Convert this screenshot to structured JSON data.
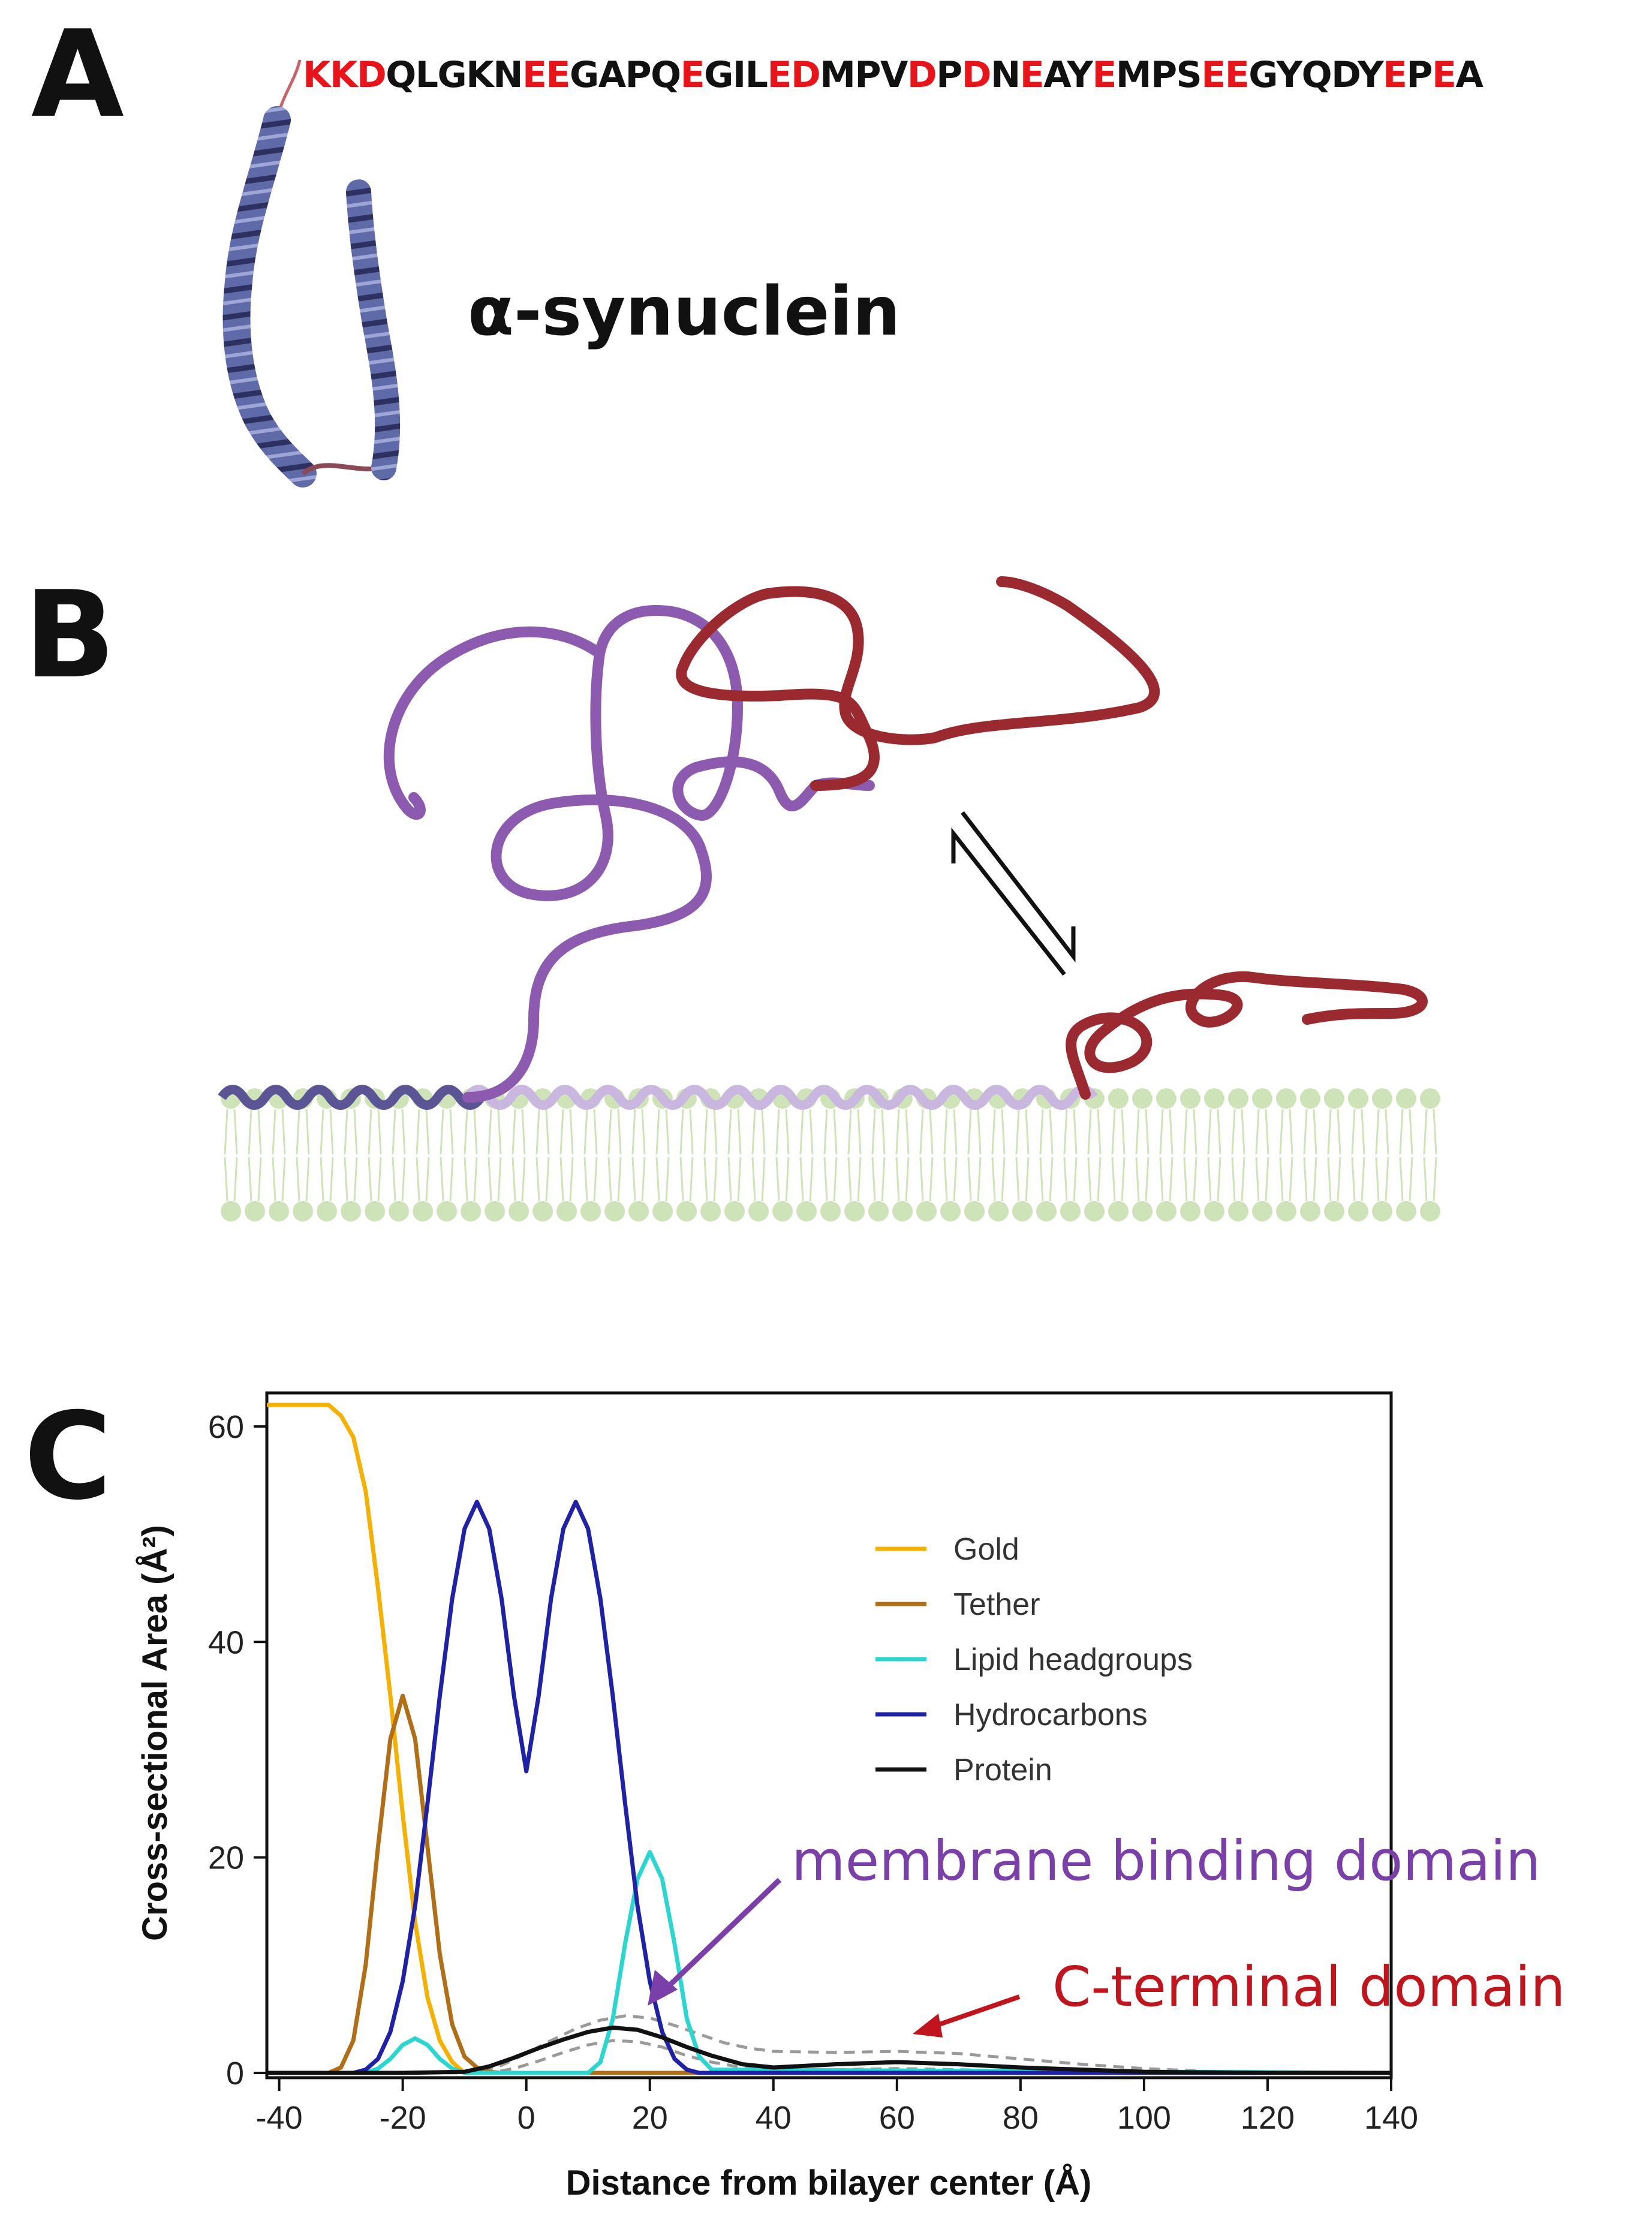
{
  "panels": {
    "a": "A",
    "b": "B",
    "c": "C"
  },
  "panel_a": {
    "sequence": [
      {
        "t": "KKD",
        "acidic": true
      },
      {
        "t": "QLGKN",
        "acidic": false
      },
      {
        "t": "EE",
        "acidic": true
      },
      {
        "t": "GAPQ",
        "acidic": false
      },
      {
        "t": "E",
        "acidic": true
      },
      {
        "t": "GIL",
        "acidic": false
      },
      {
        "t": "ED",
        "acidic": true
      },
      {
        "t": "MPV",
        "acidic": false
      },
      {
        "t": "D",
        "acidic": true
      },
      {
        "t": "P",
        "acidic": false
      },
      {
        "t": "D",
        "acidic": true
      },
      {
        "t": "N",
        "acidic": false
      },
      {
        "t": "E",
        "acidic": true
      },
      {
        "t": "AY",
        "acidic": false
      },
      {
        "t": "E",
        "acidic": true
      },
      {
        "t": "MPS",
        "acidic": false
      },
      {
        "t": "EE",
        "acidic": true
      },
      {
        "t": "GYQDY",
        "acidic": false
      },
      {
        "t": "E",
        "acidic": true
      },
      {
        "t": "P",
        "acidic": false
      },
      {
        "t": "E",
        "acidic": true
      },
      {
        "t": "A",
        "acidic": false
      }
    ],
    "protein_label": "α-synuclein"
  },
  "colors": {
    "acidic_residue": "#e8141a",
    "helix": "#5f6aa8",
    "membrane_binding": "#8c5bb0",
    "c_terminal": "#9b2a30",
    "lipid": "#cfe3b8",
    "gold": "#f5b000",
    "tether": "#b06e17",
    "headgroups": "#2bd6d1",
    "hydrocarbons": "#1f21a6",
    "protein": "#111111",
    "mbd_annotation": "#7a3fa8",
    "ctd_annotation": "#c0151c"
  },
  "panel_b": {
    "equilibrium_symbol": "⇌"
  },
  "chart_data": {
    "type": "line",
    "xlabel": "Distance from bilayer center (Å)",
    "ylabel": "Cross-sectional Area (Å²)",
    "xlim": [
      -42,
      140
    ],
    "ylim": [
      0,
      62
    ],
    "xticks": [
      -40,
      -20,
      0,
      20,
      40,
      60,
      80,
      100,
      120,
      140
    ],
    "yticks": [
      0,
      20,
      40,
      60
    ],
    "grid": false,
    "legend_position": "upper-right",
    "series": [
      {
        "name": "Gold",
        "color": "#f5b000",
        "x": [
          -42,
          -32,
          -30,
          -28,
          -26,
          -24,
          -22,
          -20,
          -18,
          -16,
          -14,
          -12,
          -10,
          0,
          140
        ],
        "y": [
          62,
          62,
          61,
          59,
          54,
          45,
          35,
          24,
          14,
          7,
          3,
          1,
          0,
          0,
          0
        ]
      },
      {
        "name": "Tether",
        "color": "#b06e17",
        "x": [
          -42,
          -32,
          -30,
          -28,
          -26,
          -24,
          -22,
          -20,
          -18,
          -16,
          -14,
          -12,
          -10,
          -8,
          -6,
          -4,
          0,
          140
        ],
        "y": [
          0,
          0,
          0.5,
          3,
          10,
          21,
          31,
          35,
          31,
          21,
          11,
          4.5,
          1.5,
          0.5,
          0.1,
          0,
          0,
          0
        ]
      },
      {
        "name": "Lipid headgroups",
        "color": "#2bd6d1",
        "x": [
          -42,
          -26,
          -24,
          -22,
          -20,
          -18,
          -16,
          -14,
          -12,
          -10,
          0,
          10,
          12,
          14,
          16,
          18,
          20,
          22,
          24,
          26,
          28,
          30,
          140
        ],
        "y": [
          0,
          0,
          0.4,
          1.3,
          2.6,
          3.2,
          2.6,
          1.3,
          0.4,
          0,
          0,
          0,
          1,
          5,
          12,
          18,
          20.5,
          18,
          12,
          5,
          1.5,
          0.3,
          0
        ]
      },
      {
        "name": "Hydrocarbons",
        "color": "#1f21a6",
        "x": [
          -42,
          -28,
          -26,
          -24,
          -22,
          -20,
          -18,
          -16,
          -14,
          -12,
          -10,
          -8,
          -6,
          -4,
          -2,
          0,
          2,
          4,
          6,
          8,
          10,
          12,
          14,
          16,
          18,
          20,
          22,
          24,
          26,
          28,
          140
        ],
        "y": [
          0,
          0,
          0.3,
          1.3,
          3.8,
          8.5,
          15.5,
          25,
          35,
          44,
          50.5,
          53,
          50.5,
          44,
          35,
          28,
          35,
          44,
          50.5,
          53,
          50.5,
          44,
          35,
          25,
          15.5,
          8.5,
          3.8,
          1.3,
          0.3,
          0,
          0
        ]
      },
      {
        "name": "Protein",
        "color": "#111111",
        "x": [
          -42,
          -20,
          -10,
          -6,
          -2,
          2,
          6,
          10,
          14,
          18,
          22,
          26,
          30,
          35,
          40,
          50,
          60,
          70,
          80,
          90,
          100,
          110,
          120,
          140
        ],
        "y": [
          0,
          0,
          0.1,
          0.6,
          1.4,
          2.3,
          3.1,
          3.8,
          4.2,
          4.0,
          3.3,
          2.4,
          1.6,
          0.8,
          0.5,
          0.8,
          1.0,
          0.8,
          0.5,
          0.3,
          0.1,
          0.05,
          0,
          0
        ]
      },
      {
        "name": "",
        "color": "#9a9a9a",
        "dashed": true,
        "x": [
          -42,
          -8,
          -4,
          0,
          4,
          8,
          12,
          16,
          20,
          24,
          28,
          32,
          36,
          40,
          50,
          60,
          70,
          80,
          90,
          100,
          110,
          120,
          140
        ],
        "y": [
          0,
          0,
          0.7,
          1.8,
          3.0,
          4.1,
          4.9,
          5.3,
          5.1,
          4.4,
          3.6,
          2.8,
          2.3,
          2.0,
          1.9,
          2.0,
          1.8,
          1.3,
          0.8,
          0.4,
          0.15,
          0,
          0
        ]
      },
      {
        "name": "",
        "color": "#9a9a9a",
        "dashed": true,
        "x": [
          -42,
          -6,
          -2,
          2,
          6,
          10,
          14,
          18,
          22,
          26,
          30,
          34,
          40,
          50,
          60,
          70,
          80,
          100,
          140
        ],
        "y": [
          0,
          0,
          0.4,
          1.1,
          1.9,
          2.6,
          3.0,
          2.9,
          2.4,
          1.6,
          1.0,
          0.6,
          0.3,
          0.3,
          0.4,
          0.3,
          0.15,
          0,
          0
        ]
      }
    ],
    "legend": [
      "Gold",
      "Tether",
      "Lipid headgroups",
      "Hydrocarbons",
      "Protein"
    ],
    "annotations": [
      {
        "text": "membrane binding domain",
        "color": "#7a3fa8",
        "points_to_x": 20,
        "points_to_y": 5.5
      },
      {
        "text": "C-terminal domain",
        "color": "#c0151c",
        "points_to_x": 65,
        "points_to_y": 2.5
      }
    ]
  }
}
